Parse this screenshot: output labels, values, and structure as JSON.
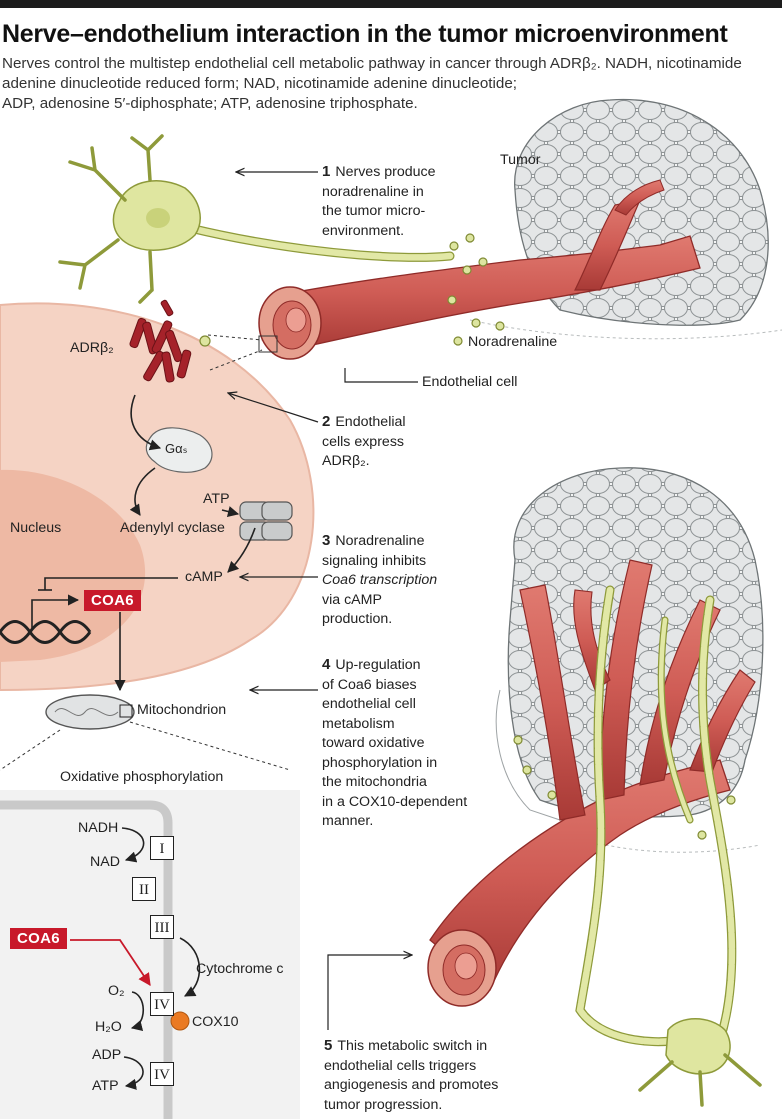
{
  "title": "Nerve–endothelium interaction in the tumor microenvironment",
  "subtitle": {
    "line1": "Nerves control the multistep endothelial cell metabolic pathway in cancer through ADRβ₂. NADH, nicotinamide",
    "line2": "adenine dinucleotide reduced form; NAD, nicotinamide adenine dinucleotide;",
    "line3": "ADP, adenosine 5′-diphosphate; ATP, adenosine triphosphate."
  },
  "labels": {
    "tumor": "Tumor",
    "noradrenaline": "Noradrenaline",
    "endothelial_cell": "Endothelial cell",
    "adrb2": "ADRβ₂",
    "g_alpha_s": "Gαₛ",
    "atp_top": "ATP",
    "adenylyl_cyclase": "Adenylyl cyclase",
    "nucleus": "Nucleus",
    "camp": "cAMP",
    "coa6": "COA6",
    "mitochondrion": "Mitochondrion",
    "oxphos": "Oxidative phosphorylation",
    "nadh": "NADH",
    "nad": "NAD",
    "o2": "O₂",
    "h2o": "H₂O",
    "adp": "ADP",
    "atp_bottom": "ATP",
    "cytochrome_c": "Cytochrome c",
    "cox10": "COX10",
    "coa6_inset": "COA6"
  },
  "complexes": [
    "I",
    "II",
    "III",
    "IV",
    "IV"
  ],
  "steps": [
    {
      "num": "1",
      "lines": [
        "Nerves produce",
        "noradrenaline in",
        "the tumor micro-",
        "environment."
      ]
    },
    {
      "num": "2",
      "lines": [
        "Endothelial",
        "cells express",
        "ADRβ₂."
      ]
    },
    {
      "num": "3",
      "lines": [
        "Noradrenaline",
        "signaling inhibits",
        "Coa6 transcription",
        "via cAMP",
        "production."
      ]
    },
    {
      "num": "4",
      "lines": [
        "Up-regulation",
        "of Coa6 biases",
        "endothelial cell",
        "metabolism",
        "toward oxidative",
        "phosphorylation in",
        "the mitochondria",
        "in a COX10-dependent",
        "manner."
      ]
    },
    {
      "num": "5",
      "lines": [
        "This metabolic switch in",
        "endothelial cells triggers",
        "angiogenesis and promotes",
        "tumor progression."
      ]
    }
  ],
  "colors": {
    "vessel": "#cf5c55",
    "vessel_dark": "#8f2b28",
    "nerve": "#dfe6a0",
    "nerve_outline": "#8e9a3a",
    "cell_bg": "#f3cbb9",
    "tumor_cell": "#eceeee",
    "coa6_red": "#c8192a",
    "cox10_orange": "#ea7a23",
    "receptor": "#a5222a"
  }
}
